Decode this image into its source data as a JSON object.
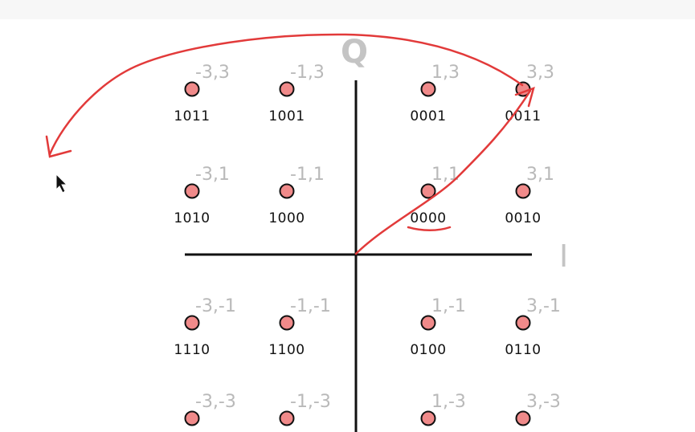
{
  "diagram": {
    "axis_q_label": "Q",
    "axis_i_label": "I",
    "colors": {
      "point_fill": "#f08a8a",
      "point_stroke": "#111111",
      "axis": "#111111",
      "annotation": "#e23a3a",
      "coord_text": "#b9b9b9"
    },
    "points": [
      {
        "coord": "-3,3",
        "bits": "1011",
        "i": -3,
        "q": 3
      },
      {
        "coord": "-1,3",
        "bits": "1001",
        "i": -1,
        "q": 3
      },
      {
        "coord": "1,3",
        "bits": "0001",
        "i": 1,
        "q": 3
      },
      {
        "coord": "3,3",
        "bits": "0011",
        "i": 3,
        "q": 3
      },
      {
        "coord": "-3,1",
        "bits": "1010",
        "i": -3,
        "q": 1
      },
      {
        "coord": "-1,1",
        "bits": "1000",
        "i": -1,
        "q": 1
      },
      {
        "coord": "1,1",
        "bits": "0000",
        "i": 1,
        "q": 1
      },
      {
        "coord": "3,1",
        "bits": "0010",
        "i": 3,
        "q": 1
      },
      {
        "coord": "-3,-1",
        "bits": "1110",
        "i": -3,
        "q": -1
      },
      {
        "coord": "-1,-1",
        "bits": "1100",
        "i": -1,
        "q": -1
      },
      {
        "coord": "1,-1",
        "bits": "0100",
        "i": 1,
        "q": -1
      },
      {
        "coord": "3,-1",
        "bits": "0110",
        "i": 3,
        "q": -1
      },
      {
        "coord": "-3,-3",
        "bits": "",
        "i": -3,
        "q": -3
      },
      {
        "coord": "-1,-3",
        "bits": "",
        "i": -1,
        "q": -3
      },
      {
        "coord": "1,-3",
        "bits": "",
        "i": 1,
        "q": -3
      },
      {
        "coord": "3,-3",
        "bits": "",
        "i": 3,
        "q": -3
      }
    ]
  }
}
